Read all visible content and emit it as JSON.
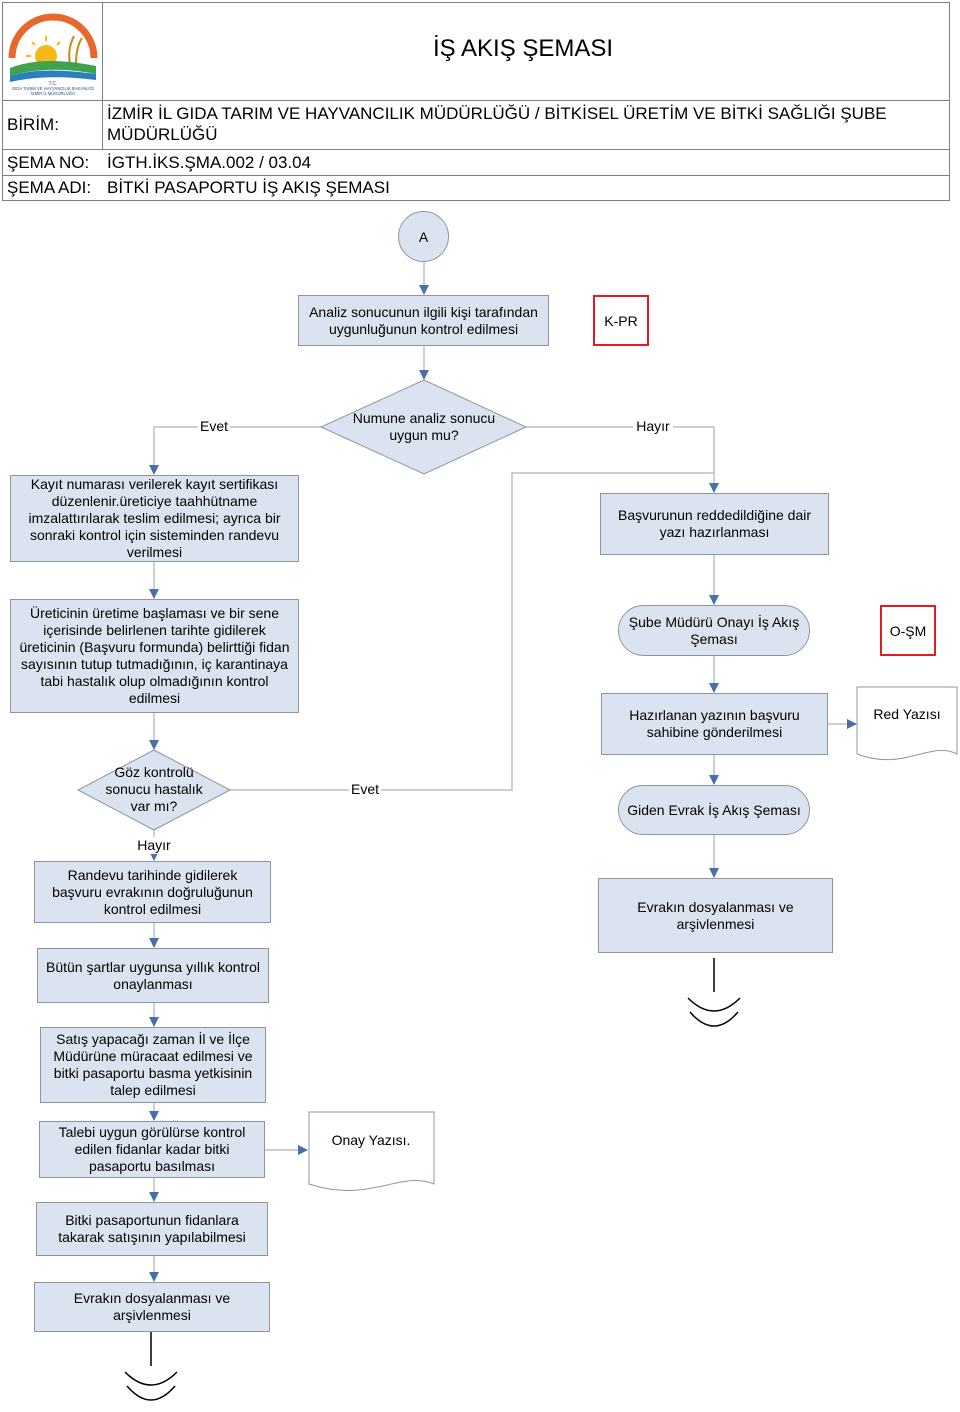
{
  "header": {
    "title": "İŞ AKIŞ ŞEMASI",
    "birim_label": "BİRİM:",
    "birim_value_line1": "İZMİR İL GIDA TARIM VE HAYVANCILIK MÜDÜRLÜĞÜ  / BİTKİSEL ÜRETİM VE BİTKİ SAĞLIĞI ŞUBE",
    "birim_value_line2": "MÜDÜRLÜĞÜ",
    "sema_no_label": "ŞEMA NO:",
    "sema_no_value": "İGTH.İKS.ŞMA.002 / 03.04",
    "sema_adi_label": "ŞEMA ADI:",
    "sema_adi_value": "BİTKİ PASAPORTU İŞ AKIŞ ŞEMASI",
    "logo": {
      "line1": "T.C.",
      "line2": "GIDA TARIM VE HAYVANCILIK BAKANLIĞI",
      "line3": "İZMİR İL MÜDÜRLÜĞÜ"
    }
  },
  "flow": {
    "start": "A",
    "analiz": "Analiz sonucunun ilgili kişi tarafından uygunluğunun kontrol edilmesi",
    "kpr": "K-PR",
    "karar1": "Numune analiz sonucu uygun mu?",
    "evet1": "Evet",
    "hayir1": "Hayır",
    "kayit": "Kayıt numarası verilerek kayıt sertifikası düzenlenir.üreticiye taahhütname imzalattırılarak teslim edilmesi; ayrıca bir sonraki kontrol için sisteminden randevu verilmesi",
    "red_hazir": "Başvurunun reddedildiğine dair yazı hazırlanması",
    "uretici": "Üreticinin üretime başlaması ve bir sene içerisinde belirlenen tarihte gidilerek üreticinin  (Başvuru formunda) belirttiği fidan sayısının tutup tutmadığının, iç karantinaya tabi hastalık olup olmadığının kontrol edilmesi",
    "sube_onay": "Şube Müdürü Onayı İş Akış Şeması",
    "osm": "O-ŞM",
    "hazirlanan": "Hazırlanan yazının başvuru sahibine gönderilmesi",
    "red_yazisi": "Red Yazısı",
    "karar2": "Göz kontrolü sonucu hastalık var mı?",
    "evet2": "Evet",
    "hayir2": "Hayır",
    "giden_evrak": "Giden Evrak İş Akış Şeması",
    "randevu": "Randevu tarihinde gidilerek başvuru evrakının doğruluğunun kontrol edilmesi",
    "evrak_sag": "Evrakın dosyalanması ve arşivlenmesi",
    "butun": "Bütün şartlar uygunsa yıllık kontrol onaylanması",
    "satis": "Satış yapacağı zaman İl ve İlçe Müdürüne müracaat edilmesi ve bitki pasaportu basma yetkisinin talep edilmesi",
    "talebi": "Talebi uygun görülürse kontrol edilen fidanlar kadar bitki pasaportu basılması",
    "onay_yazisi": "Onay Yazısı.",
    "bitki_pas": "Bitki pasaportunun fidanlara takarak satışının yapılabilmesi",
    "evrak_sol": "Evrakın dosyalanması ve arşivlenmesi"
  },
  "colors": {
    "box_fill": "#dbe3f0",
    "box_border": "#8c96a3",
    "arrow": "#4a6fa5",
    "red_border": "#e31b23"
  }
}
